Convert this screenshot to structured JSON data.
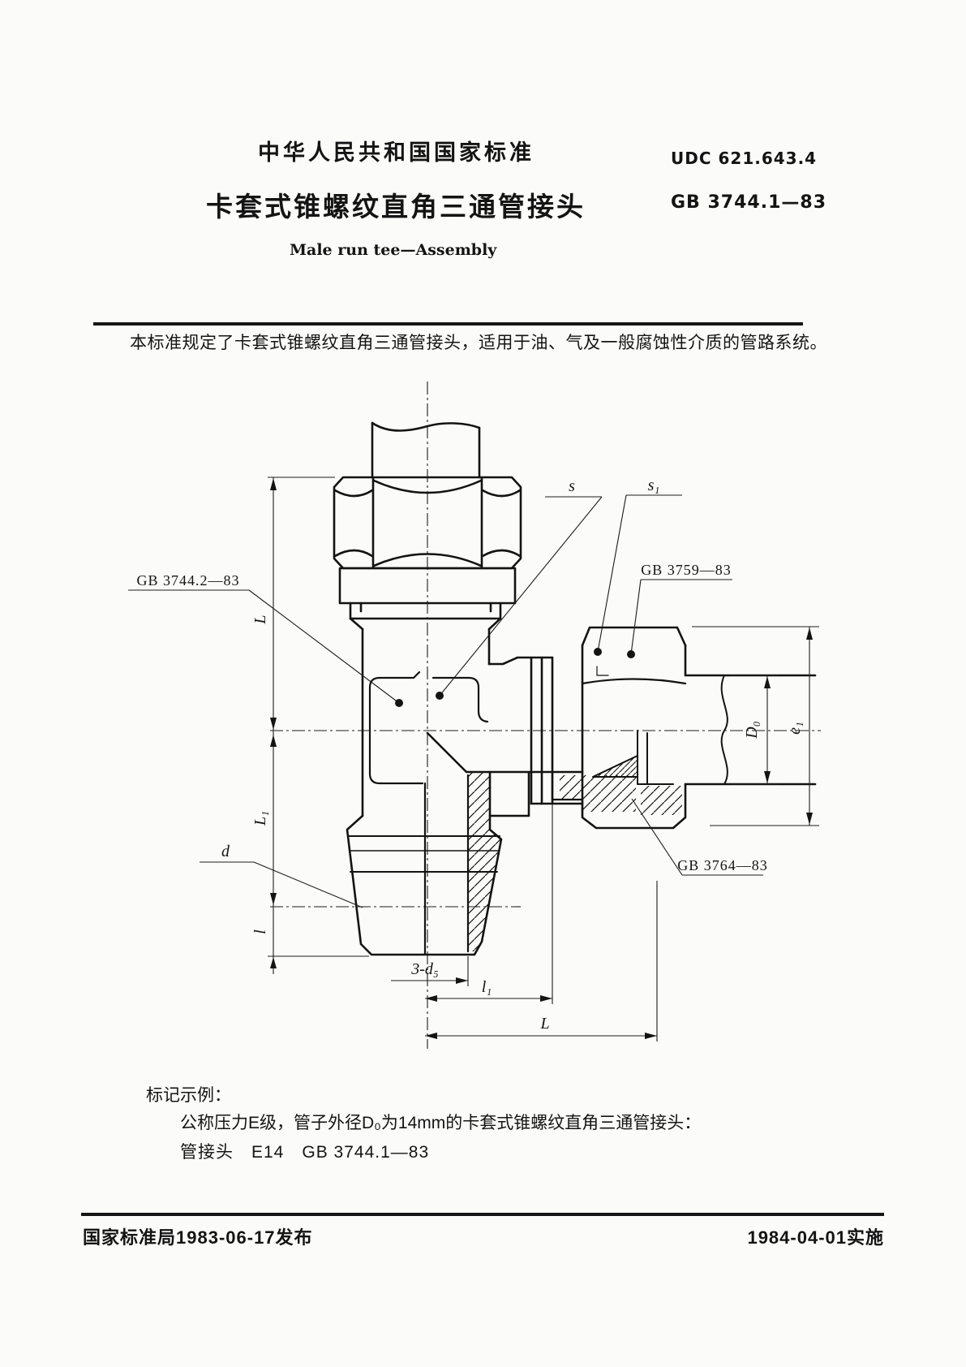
{
  "page": {
    "ink": "#141414",
    "paper": "#fbfbfa"
  },
  "header": {
    "national_label": "中华人民共和国国家标准",
    "udc": "UDC 621.643.4",
    "title_cn": "卡套式锥螺纹直角三通管接头",
    "standard_no": "GB 3744.1—83",
    "title_en": "Male run tee—Assembly"
  },
  "intro": {
    "text": "本标准规定了卡套式锥螺纹直角三通管接头，适用于油、气及一般腐蚀性介质的管路系统。"
  },
  "drawing": {
    "part_labels": {
      "top_nut": "GB 3744.2—83",
      "branch_nut": "GB 3759—83",
      "ferrule": "GB 3764—83"
    },
    "dim_labels": {
      "wrench_s": "s",
      "wrench_s1": "s₁",
      "length_L_left": "L",
      "length_L1": "L₁",
      "thread_gauge_l": "l",
      "thread_d": "d",
      "bores": "3-d₅",
      "length_l1": "l₁",
      "length_L_bottom": "L",
      "pipe_od": "D₀",
      "across_corners_e1": "e₁"
    }
  },
  "example": {
    "heading": "标记示例：",
    "line1": "公称压力E级，管子外径D₀为14mm的卡套式锥螺纹直角三通管接头：",
    "line2": "管接头　E14　GB 3744.1—83"
  },
  "footer": {
    "issued": "国家标准局1983-06-17发布",
    "effective": "1984-04-01实施"
  }
}
